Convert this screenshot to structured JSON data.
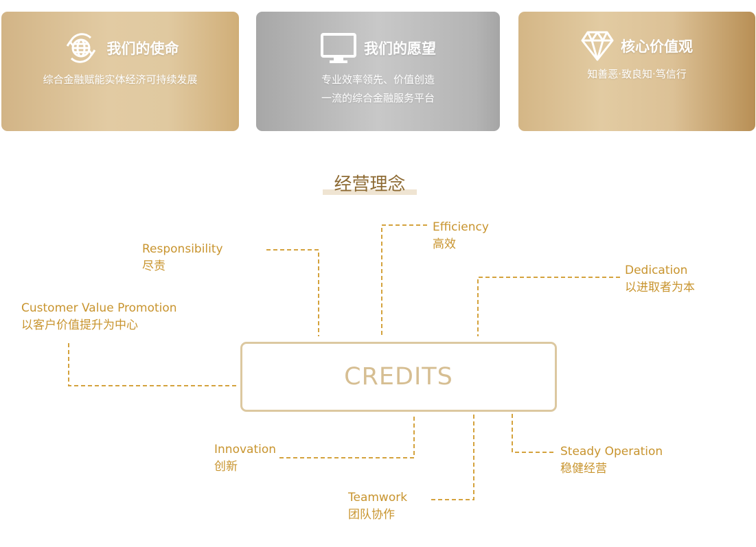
{
  "cards": [
    {
      "icon": "globe-icon",
      "title": "我们的使命",
      "lines": [
        "综合金融赋能实体经济可持续发展"
      ]
    },
    {
      "icon": "monitor-icon",
      "title": "我们的愿望",
      "lines": [
        "专业效率领先、价值创造",
        "一流的综合金融服务平台"
      ]
    },
    {
      "icon": "diamond-icon",
      "title": "核心价值观",
      "lines": [
        "知善恶·致良知·笃信行"
      ]
    }
  ],
  "section_title": "经营理念",
  "center": "CREDITS",
  "concepts": [
    {
      "en": "Responsibility",
      "zh": "尽责"
    },
    {
      "en": "Efficiency",
      "zh": "高效"
    },
    {
      "en": "Dedication",
      "zh": "以进取者为本"
    },
    {
      "en": "Customer Value Promotion",
      "zh": "以客户价值提升为中心"
    },
    {
      "en": "Innovation",
      "zh": "创新"
    },
    {
      "en": "Teamwork",
      "zh": "团队协作"
    },
    {
      "en": "Steady Operation",
      "zh": "稳健经营"
    }
  ],
  "colors": {
    "accent": "#c8942e",
    "line": "#d4a23c"
  }
}
